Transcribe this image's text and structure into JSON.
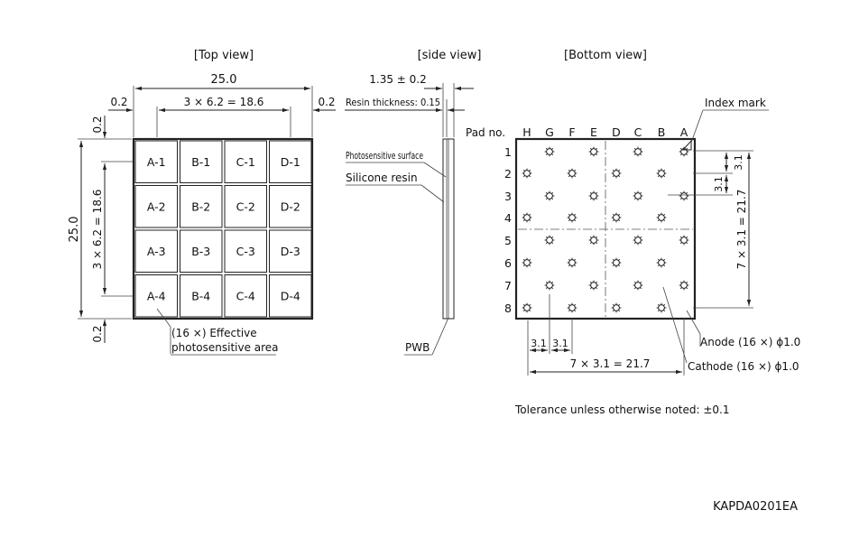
{
  "headings": {
    "top_view": "[Top view]",
    "side_view": "[side view]",
    "bottom_view": "[Bottom view]"
  },
  "top_view": {
    "dim_width": "25.0",
    "dim_gap_left": "0.2",
    "dim_gap_right": "0.2",
    "dim_pitch_h": "3 × 6.2 = 18.6",
    "dim_height": "25.0",
    "dim_pitch_v": "3 × 6.2 = 18.6",
    "dim_gap_top": "0.2",
    "dim_gap_bottom": "0.2",
    "cells": [
      [
        "A-1",
        "B-1",
        "C-1",
        "D-1"
      ],
      [
        "A-2",
        "B-2",
        "C-2",
        "D-2"
      ],
      [
        "A-3",
        "B-3",
        "C-3",
        "D-3"
      ],
      [
        "A-4",
        "B-4",
        "C-4",
        "D-4"
      ]
    ],
    "area_note_line1": "(16 ×) Effective",
    "area_note_line2": "photosensitive area"
  },
  "side_view": {
    "dim_thickness": "1.35 ± 0.2",
    "resin_thickness": "Resin thickness: 0.15",
    "photosensitive_surface": "Photosensitive surface",
    "silicone_resin": "Silicone resin",
    "pwb": "PWB"
  },
  "bottom_view": {
    "pad_no_label": "Pad no.",
    "columns": [
      "H",
      "G",
      "F",
      "E",
      "D",
      "C",
      "B",
      "A"
    ],
    "rows": [
      "1",
      "2",
      "3",
      "4",
      "5",
      "6",
      "7",
      "8"
    ],
    "index_mark": "Index mark",
    "dim_pitch_left_1": "3.1",
    "dim_pitch_left_2": "3.1",
    "dim_bottom_total": "7 × 3.1 = 21.7",
    "dim_right_1": "3.1",
    "dim_right_2": "3.1",
    "dim_right_total": "7 × 3.1 = 21.7",
    "anode_note": "Anode (16 ×) ϕ1.0",
    "cathode_note": "Cathode (16 ×) ϕ1.0"
  },
  "tolerance_note": "Tolerance unless otherwise noted: ±0.1",
  "drawing_code": "KAPDA0201EA"
}
